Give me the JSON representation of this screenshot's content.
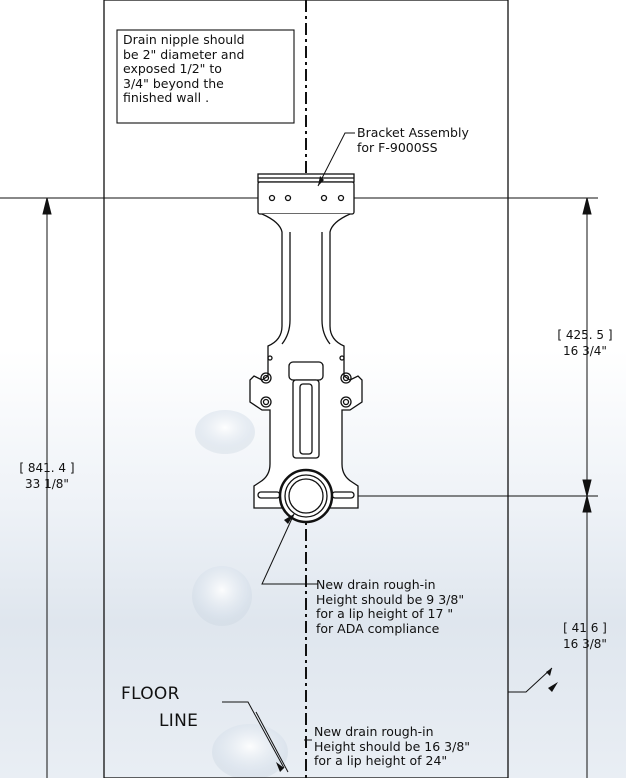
{
  "notes": {
    "drain_nipple": "Drain nipple should\nbe 2\" diameter and\nexposed 1/2\" to\n3/4\" beyond the\nfinished wall   .",
    "bracket": "Bracket Assembly\nfor F-9000SS",
    "ada_roughin": "New drain rough-in\nHeight should be 9 3/8\"\nfor a lip height of 17    \"\nfor ADA compliance",
    "std_roughin": "New drain rough-in\nHeight should be 16 3/8\"\nfor a lip height of 24\""
  },
  "dimensions": {
    "upper_right": {
      "metric": "[ 425.  5 ]",
      "imperial": "16 3/4\""
    },
    "left": {
      "metric": "[ 841.  4 ]",
      "imperial": "33 1/8\""
    },
    "lower_right": {
      "metric": "[ 41 6 ]",
      "imperial": "16 3/8\""
    }
  },
  "labels": {
    "floor": "FLOOR",
    "line": "LINE"
  },
  "colors": {
    "ink": "#111111"
  }
}
